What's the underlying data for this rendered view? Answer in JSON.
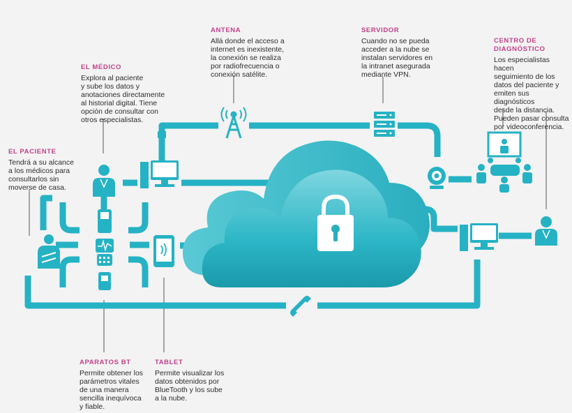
{
  "colors": {
    "teal": "#25b2c4",
    "teal_dark": "#168e9e",
    "teal_light": "#7fd6df",
    "magenta": "#c2408a",
    "text": "#2d2d2d",
    "background": "#f3f3f3"
  },
  "labels": {
    "paciente": {
      "title": "EL PACIENTE",
      "text": "Tendrá a su alcance\na los médicos para\nconsultarlos sin\nmoverse de casa."
    },
    "medico": {
      "title": "EL MÉDICO",
      "text": "Explora al paciente\ny sube los datos y\nanotaciones directamente\nal historial digital. Tiene\nopción de consultar con\notros especialistas."
    },
    "antena": {
      "title": "ANTENA",
      "text": "Allá donde el acceso a\ninternet es inexistente,\nla conexión se realiza\npor radiofrecuencia o\nconexión satélite."
    },
    "servidor": {
      "title": "SERVIDOR",
      "text": "Cuando no se pueda\nacceder a la nube se\ninstalan servidores en\nla intranet asegurada\nmediante VPN."
    },
    "centro": {
      "title": "CENTRO DE\nDIAGNÓSTICO",
      "text": "Los especialistas hacen\nseguimiento de los\ndatos del paciente y\nemiten sus diagnósticos\ndesde la distancia.\nPueden pasar consulta\npor videoconferencia."
    },
    "aparatos": {
      "title": "APARATOS BT",
      "text": "Permite obtener los\nparámetros vitales\nde una manera\nsencilla inequívoca\ny fiable."
    },
    "tablet": {
      "title": "TABLET",
      "text": "Permite visualizar los\ndatos obtenidos por\nBlueTooth y los sube\na la nube."
    }
  },
  "icons": {
    "cloud": "cloud-icon",
    "lock": "padlock-icon",
    "antenna": "antenna-tower-icon",
    "server": "server-rack-icon",
    "webcam": "webcam-icon",
    "meeting": "meeting-room-icon",
    "doctor": "doctor-icon",
    "patient": "patient-icon",
    "computer": "desktop-computer-icon",
    "tablet": "tablet-icon",
    "phone": "telephone-icon"
  }
}
